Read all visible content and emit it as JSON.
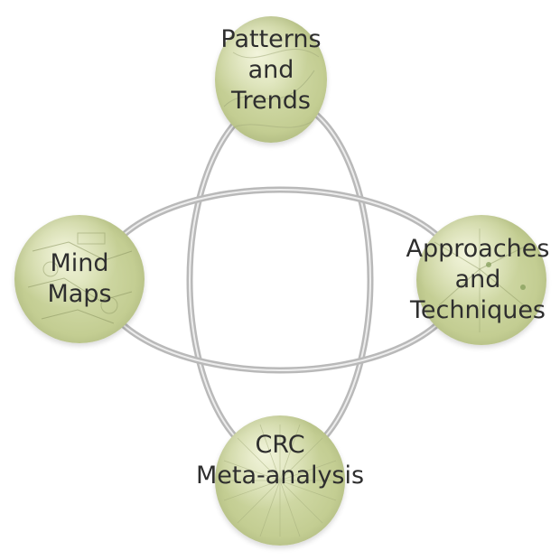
{
  "diagram": {
    "nodes": {
      "top": {
        "lines": [
          "Patterns",
          "and",
          "Trends"
        ]
      },
      "left": {
        "lines": [
          "Mind",
          "Maps"
        ]
      },
      "right": {
        "lines": [
          "Approaches",
          "and",
          "Techniques"
        ]
      },
      "bottom": {
        "lines": [
          "CRC",
          "Meta-analysis"
        ]
      }
    },
    "colors": {
      "node_fill": "#c8d198",
      "node_edge": "#9aa56d",
      "ring_stroke": "#bdbdbd",
      "ring_highlight": "#ececec",
      "text": "#2e2e2e"
    }
  }
}
